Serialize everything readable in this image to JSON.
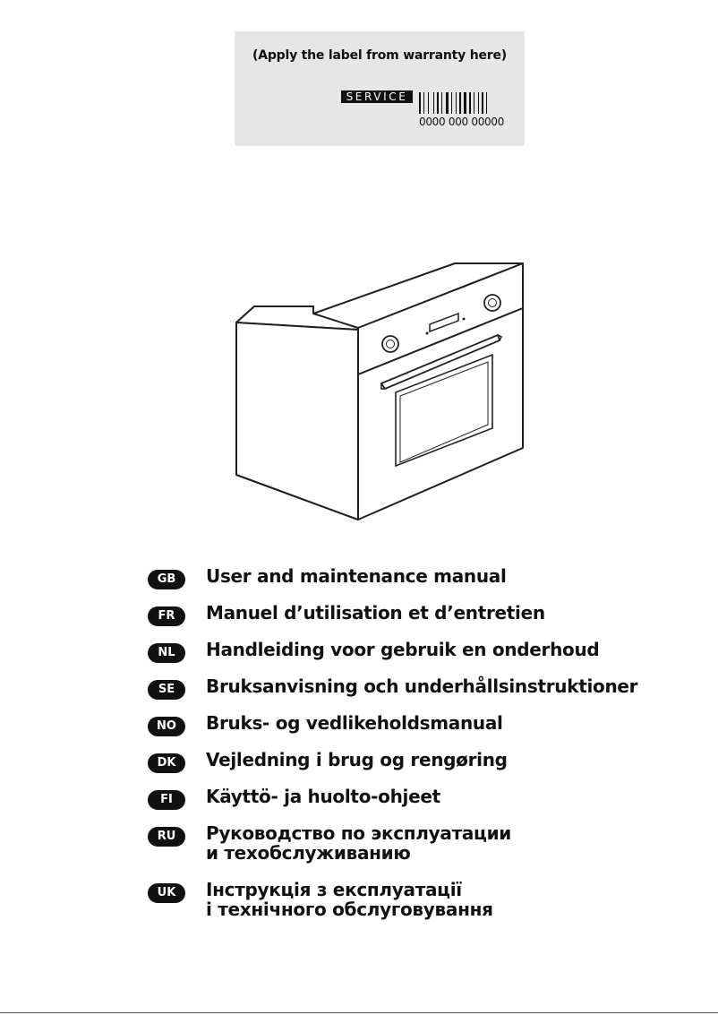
{
  "warranty_label": {
    "instruction": "(Apply the label from warranty here)",
    "service_tag": "SERVICE",
    "barcode_number": "0000 000 00000"
  },
  "product_image": {
    "icon": "built-in-oven-illustration"
  },
  "languages": [
    {
      "code": "GB",
      "title_lines": [
        "User and maintenance manual"
      ]
    },
    {
      "code": "FR",
      "title_lines": [
        "Manuel d’utilisation et d’entretien"
      ]
    },
    {
      "code": "NL",
      "title_lines": [
        "Handleiding voor gebruik en onderhoud"
      ]
    },
    {
      "code": "SE",
      "title_lines": [
        "Bruksanvisning och underhållsinstruktioner"
      ]
    },
    {
      "code": "NO",
      "title_lines": [
        "Bruks- og vedlikeholdsmanual"
      ]
    },
    {
      "code": "DK",
      "title_lines": [
        "Vejledning i brug og rengøring"
      ]
    },
    {
      "code": "FI",
      "title_lines": [
        "Käyttö- ja huolto-ohjeet"
      ]
    },
    {
      "code": "RU",
      "title_lines": [
        "Руководство по эксплуатации",
        "и техобслуживанию"
      ]
    },
    {
      "code": "UK",
      "title_lines": [
        "Інструкція з експлуатації",
        "і технічного обслуговування"
      ]
    }
  ]
}
